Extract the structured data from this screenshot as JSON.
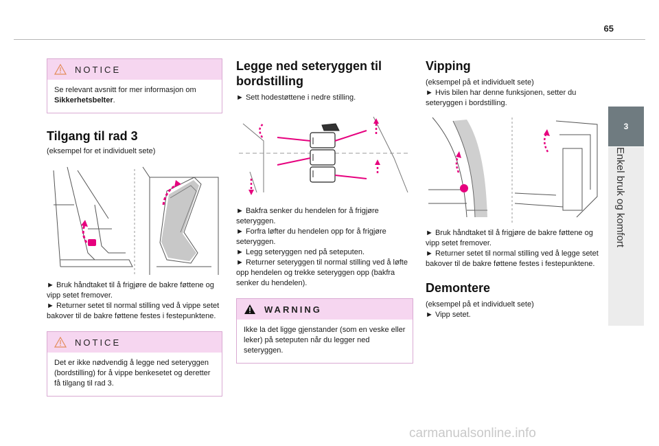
{
  "page": {
    "number": "65"
  },
  "side": {
    "chapter_num": "3",
    "chapter_title": "Enkel bruk og komfort"
  },
  "col1": {
    "notice1": {
      "title": "NOTICE",
      "text_a": "Se relevant avsnitt for mer informasjon om",
      "text_b": "Sikkerhetsbelter",
      "text_c": "."
    },
    "heading": "Tilgang til rad 3",
    "caption": "(eksempel for et individuelt sete)",
    "steps": [
      "► Bruk håndtaket til å frigjøre de bakre føttene og vipp setet fremover.",
      "► Returner setet til normal stilling ved å vippe setet bakover til de bakre føttene festes i festepunktene."
    ],
    "notice2": {
      "title": "NOTICE",
      "text": "Det er ikke nødvendig å legge ned seteryggen (bordstilling) for å vippe benkesetet og deretter få tilgang til rad 3."
    }
  },
  "col2": {
    "heading": "Legge ned seteryggen til bordstilling",
    "intro": "► Sett hodestøttene i nedre stilling.",
    "steps": [
      "► Bakfra senker du hendelen for å frigjøre seteryggen.",
      "► Forfra løfter du hendelen opp for å frigjøre seteryggen.",
      "► Legg seteryggen ned på seteputen.",
      "► Returner seteryggen til normal stilling ved å løfte opp hendelen og trekke seteryggen opp (bakfra senker du hendelen)."
    ],
    "warning": {
      "title": "WARNING",
      "text": "Ikke la det ligge gjenstander (som en veske eller leker) på seteputen når du legger ned seteryggen."
    }
  },
  "col3": {
    "heading1": "Vipping",
    "caption1": "(eksempel på et individuelt sete)",
    "intro": "► Hvis bilen har denne funksjonen, setter du seteryggen i bordstilling.",
    "steps": [
      "► Bruk håndtaket til å frigjøre de bakre føttene og vipp setet fremover.",
      "► Returner setet til normal stilling ved å legge setet bakover til de bakre føttene festes i festepunktene."
    ],
    "heading2": "Demontere",
    "caption2": "(eksempel på et individuelt sete)",
    "step2": "► Vipp setet."
  },
  "footer": {
    "watermark": "carmanualsonline.info"
  },
  "colors": {
    "accent": "#e6007e",
    "notice_head": "#f6d6f0",
    "tab": "#6f7b80"
  }
}
